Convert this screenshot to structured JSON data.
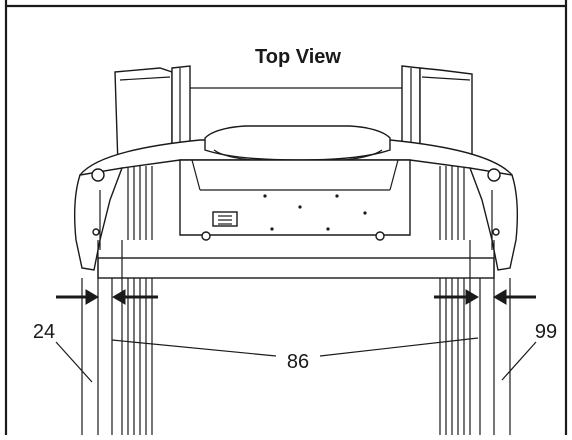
{
  "diagram": {
    "title": "Top View",
    "callouts": [
      {
        "id": "24",
        "label": "24"
      },
      {
        "id": "86",
        "label": "86"
      },
      {
        "id": "99",
        "label": "99"
      }
    ]
  }
}
